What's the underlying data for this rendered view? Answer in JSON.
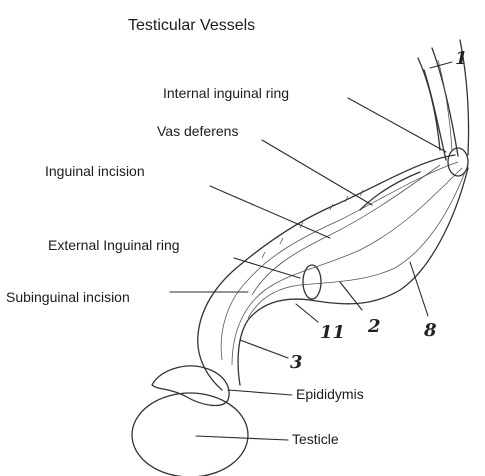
{
  "diagram": {
    "title": "Testicular Vessels",
    "labels": {
      "internal_ring": "Internal inguinal ring",
      "vas_deferens": "Vas deferens",
      "inguinal_incision": "Inguinal incision",
      "external_ring": "External Inguinal ring",
      "subinguinal_incision": "Subinguinal incision",
      "epididymis": "Epididymis",
      "testicle": "Testicle"
    },
    "markers": {
      "m1": "1",
      "m2": "2",
      "m3": "3",
      "m8": "8",
      "m11": "11"
    }
  }
}
